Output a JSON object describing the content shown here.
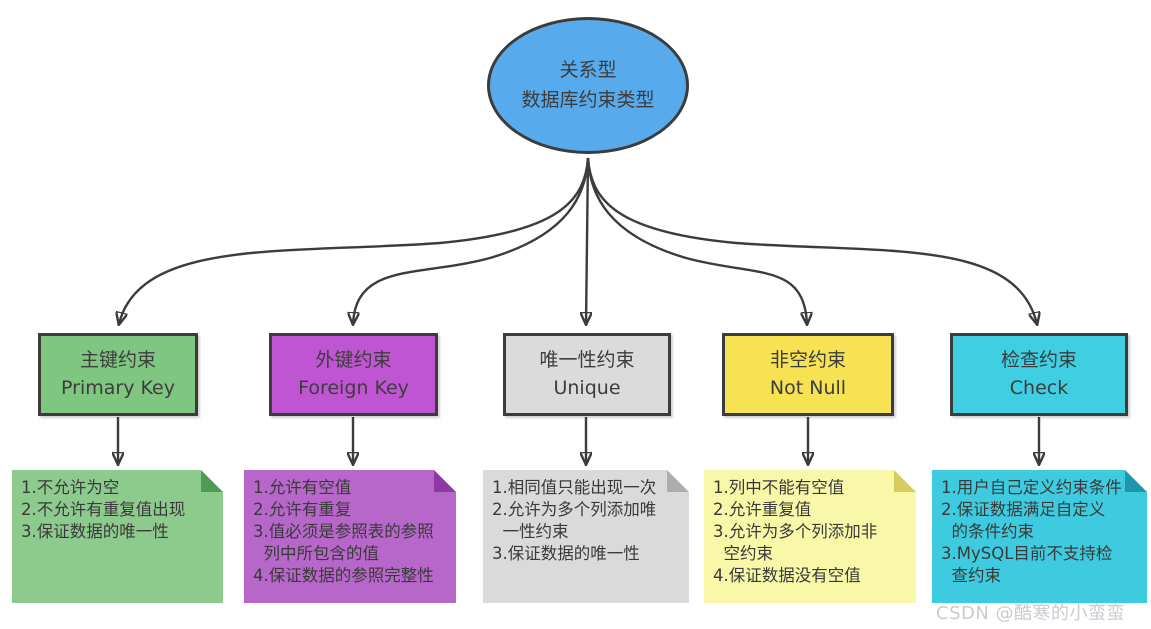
{
  "root": {
    "title": "关系型\n数据库约束类型",
    "fill": "#57AAEC"
  },
  "columns": [
    {
      "name": "primary-key",
      "box_title": "主键约束",
      "box_subtitle": "Primary Key",
      "box_fill": "#7FC680",
      "note_fill": "#8CCA8E",
      "fold_fill": "#4F9B53",
      "note_text": "1.不允许为空\n2.不允许有重复值出现\n3.保证数据的唯一性"
    },
    {
      "name": "foreign-key",
      "box_title": "外键约束",
      "box_subtitle": "Foreign Key",
      "box_fill": "#BF55D2",
      "note_fill": "#B767C9",
      "fold_fill": "#8E39A2",
      "note_text": "1.允许有空值\n2.允许有重复\n3.值必须是参照表的参照\n  列中所包含的值\n4.保证数据的参照完整性"
    },
    {
      "name": "unique",
      "box_title": "唯一性约束",
      "box_subtitle": "Unique",
      "box_fill": "#DBDBDB",
      "note_fill": "#DADADA",
      "fold_fill": "#ADADAD",
      "note_text": "1.相同值只能出现一次\n2.允许为多个列添加唯\n  一性约束\n3.保证数据的唯一性"
    },
    {
      "name": "not-null",
      "box_title": "非空约束",
      "box_subtitle": "Not Null",
      "box_fill": "#F6E252",
      "note_fill": "#F8F8A8",
      "fold_fill": "#D5CB60",
      "note_text": "1.列中不能有空值\n2.允许重复值\n3.允许为多个列添加非\n  空约束\n4.保证数据没有空值"
    },
    {
      "name": "check",
      "box_title": "检查约束",
      "box_subtitle": "Check",
      "box_fill": "#3FCEE2",
      "note_fill": "#3ECBDF",
      "fold_fill": "#2096AE",
      "note_text": "1.用户自己定义约束条件\n2.保证数据满足自定义\n  的条件约束\n3.MySQL目前不支持检\n  查约束"
    }
  ],
  "watermark": "CSDN @酷寒的小蛮蛮",
  "colors": {
    "outline": "#3C3C3C",
    "arrow": "#3C3C3C",
    "text": "#3D3D3D",
    "watermark_text": "#C8CBD0",
    "background": "#FFFFFF"
  }
}
